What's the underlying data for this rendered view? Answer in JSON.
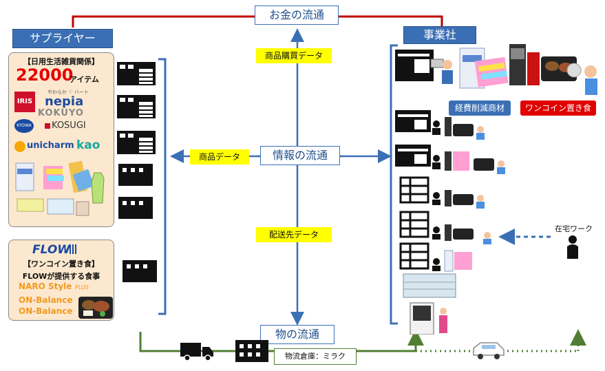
{
  "flows": {
    "money": "お金の流通",
    "info": "情報の流通",
    "goods": "物の流通"
  },
  "data_labels": {
    "purchase": "商品購買データ",
    "product": "商品データ",
    "delivery": "配送先データ"
  },
  "supplier": {
    "title": "サプライヤー",
    "daily": {
      "header": "【日用生活雑貨関係】",
      "count_number": "22000",
      "count_unit": "アイテム",
      "brands": [
        "IRIS",
        "やわらか ♡ ハート",
        "nepia",
        "KOKUYO",
        "KYOWA",
        "KOSUGI",
        "unicharm",
        "kao"
      ]
    },
    "one_coin": {
      "logo": "FLOW",
      "header": "【ワンコイン置き食】",
      "tagline": "FLOWが提供する食事",
      "brands": [
        "NARO Style",
        "PLUS",
        "ON-Balance",
        "ON-Balance"
      ]
    }
  },
  "company": {
    "title": "事業社",
    "tag_cost": "経費削減商材",
    "tag_onecoin": "ワンコイン置き食",
    "remote": "在宅ワーク"
  },
  "warehouse": "物流倉庫：ミラク",
  "colors": {
    "blue": "#3b6fb5",
    "red": "#c00000",
    "green": "#507e32",
    "yellow": "#ffff00"
  }
}
